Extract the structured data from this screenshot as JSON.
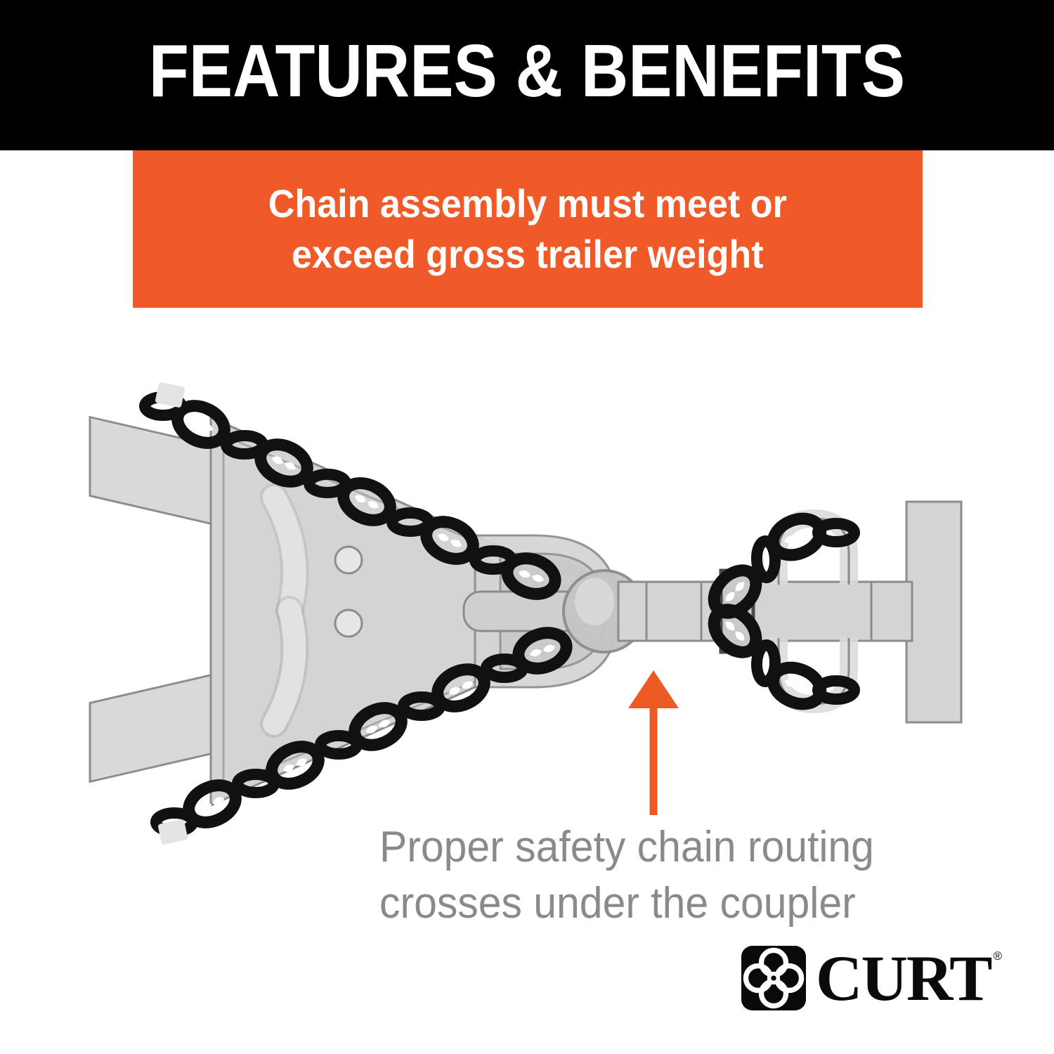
{
  "header": {
    "title": "FEATURES & BENEFITS",
    "background_color": "#000000",
    "text_color": "#FFFFFF"
  },
  "banner": {
    "text": "Chain assembly must meet or\nexceed gross trailer weight",
    "background_color": "#F05A28",
    "text_color": "#FFFFFF"
  },
  "illustration": {
    "name": "trailer-coupler-safety-chain-diagram",
    "description": "Top view of an A-frame trailer tongue coupled to a ball mount, with two safety chains crossing beneath the coupler and hooking to the hitch loops",
    "colors": {
      "chain": "#111111",
      "chain_hidden": "#808080",
      "metal_fill": "#D4D4D4",
      "metal_stroke": "#8C8C8C",
      "metal_light": "#E2E2E2",
      "arrow": "#EE5A24"
    },
    "parts": [
      "trailer-frame-rail-upper",
      "trailer-frame-rail-lower",
      "a-frame-tongue-plate",
      "curved-slot-upper",
      "curved-slot-lower",
      "bolt-hole-upper",
      "bolt-hole-lower",
      "coupler-body",
      "coupler-latch",
      "hitch-ball",
      "drawbar-shank",
      "hitch-receiver-loop-upper",
      "hitch-receiver-loop-lower",
      "bumper-crossmember",
      "safety-chain-upper",
      "safety-chain-lower",
      "chain-clip-upper",
      "chain-clip-lower"
    ]
  },
  "callout": {
    "arrow_label": "callout-arrow-pointing-to-chain-crossing",
    "arrow_color": "#EE5A24",
    "caption": "Proper safety chain routing\ncrosses under the coupler",
    "caption_color": "#8A8A8A"
  },
  "logo": {
    "wordmark": "CURT",
    "registered_mark": "®",
    "mark_name": "curt-clover-logo-icon",
    "color": "#0A0A0A"
  }
}
